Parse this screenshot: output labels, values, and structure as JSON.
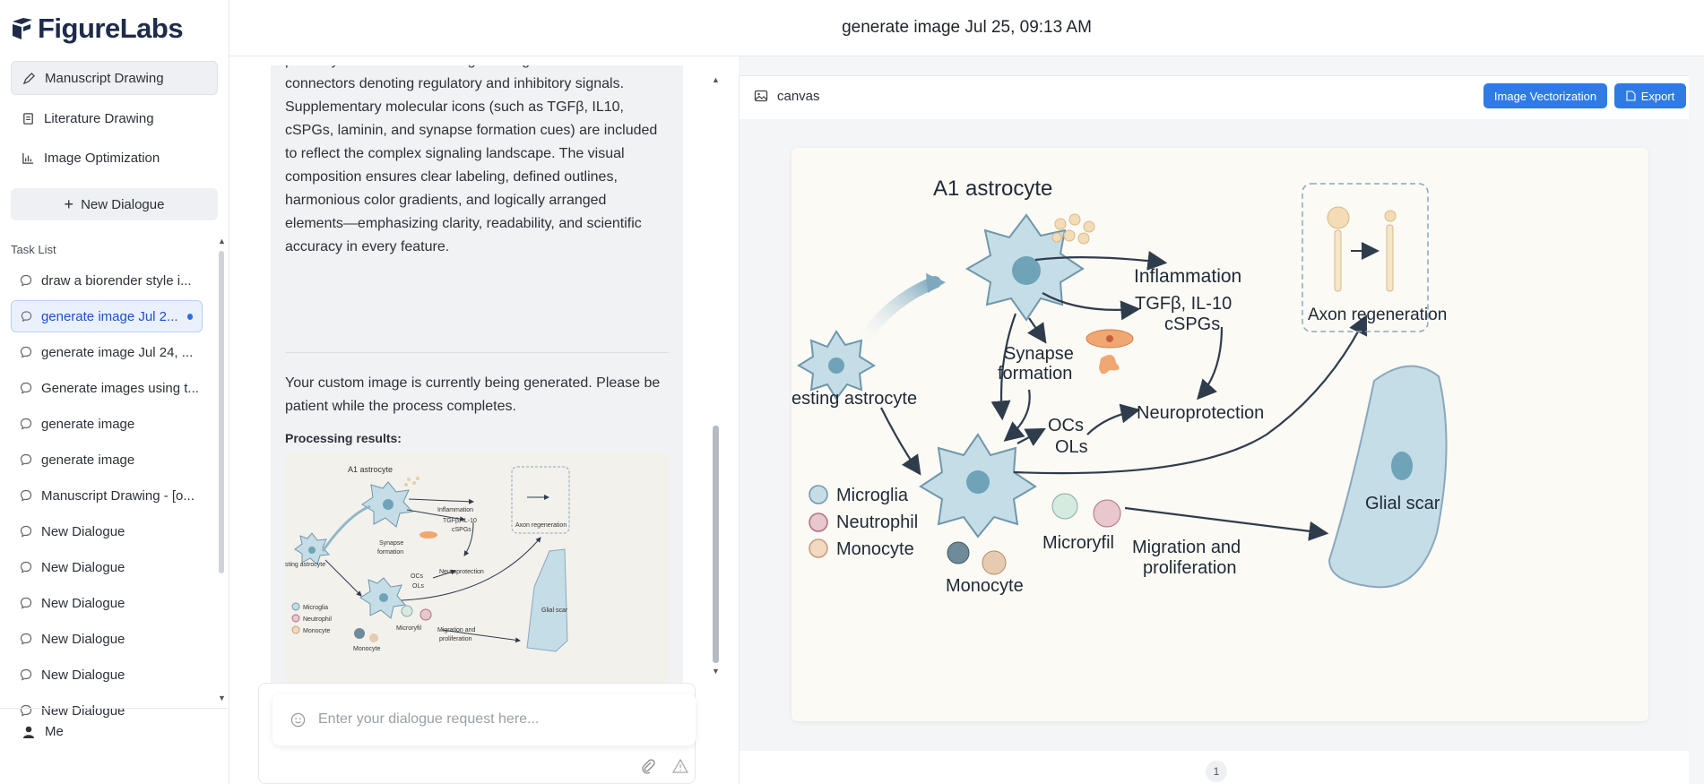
{
  "app": {
    "logo_text": "FigureLabs"
  },
  "sidebar": {
    "nav": [
      {
        "label": "Manuscript Drawing",
        "icon": "pen-icon"
      },
      {
        "label": "Literature Drawing",
        "icon": "document-icon"
      },
      {
        "label": "Image Optimization",
        "icon": "chart-icon"
      }
    ],
    "new_dialogue": "New Dialogue",
    "task_list_title": "Task List",
    "tasks": [
      "draw a biorender style i...",
      "generate image Jul 2...",
      "generate image Jul 24, ...",
      "Generate images using t...",
      "generate image",
      "generate image",
      "Manuscript Drawing - [o...",
      "New Dialogue",
      "New Dialogue",
      "New Dialogue",
      "New Dialogue",
      "New Dialogue",
      "New Dialogue"
    ],
    "user": "Me"
  },
  "header": {
    "title": "generate image Jul 25, 09:13 AM"
  },
  "chat": {
    "paragraph1": "pathways are visualized using well-organized arrow connectors denoting regulatory and inhibitory signals. Supplementary molecular icons (such as TGFβ, IL10, cSPGs, laminin, and synapse formation cues) are included to reflect the complex signaling landscape. The visual composition ensures clear labeling, defined outlines, harmonious color gradients, and logically arranged elements—emphasizing clarity, readability, and scientific accuracy in every feature.",
    "paragraph2": "Your custom image is currently being generated. Please be patient while the process completes.",
    "processing_label": "Processing results:",
    "input_placeholder": "Enter your dialogue request here..."
  },
  "canvas": {
    "label": "canvas",
    "vectorize_button": "Image Vectorization",
    "export_button": "Export",
    "page_number": "1"
  },
  "figure": {
    "a1": "A1 astrocyte",
    "inflammation": "Inflammation",
    "tgf": "TGFβ, IL-10",
    "cspgs": "cSPGs",
    "axon": "Axon regeneration",
    "synapse1": "Synapse",
    "synapse2": "formation",
    "resting": "esting astrocyte",
    "ocs": "OCs",
    "ols": "OLs",
    "neuroprotection": "Neuroprotection",
    "microglia": "Microglia",
    "neutrophil": "Neutrophil",
    "monocyte": "Monocyte",
    "monocyte2": "Monocyte",
    "microryfil": "Microryfil",
    "migration1": "Migration and",
    "migration2": "proliferation",
    "glial": "Glial scar",
    "thumb_resting": "sting astrocyte"
  },
  "colors": {
    "accent": "#2f7be5",
    "cell": "#c5dde6",
    "cell_stroke": "#6f97ab",
    "nucleus": "#6fa3b8"
  }
}
